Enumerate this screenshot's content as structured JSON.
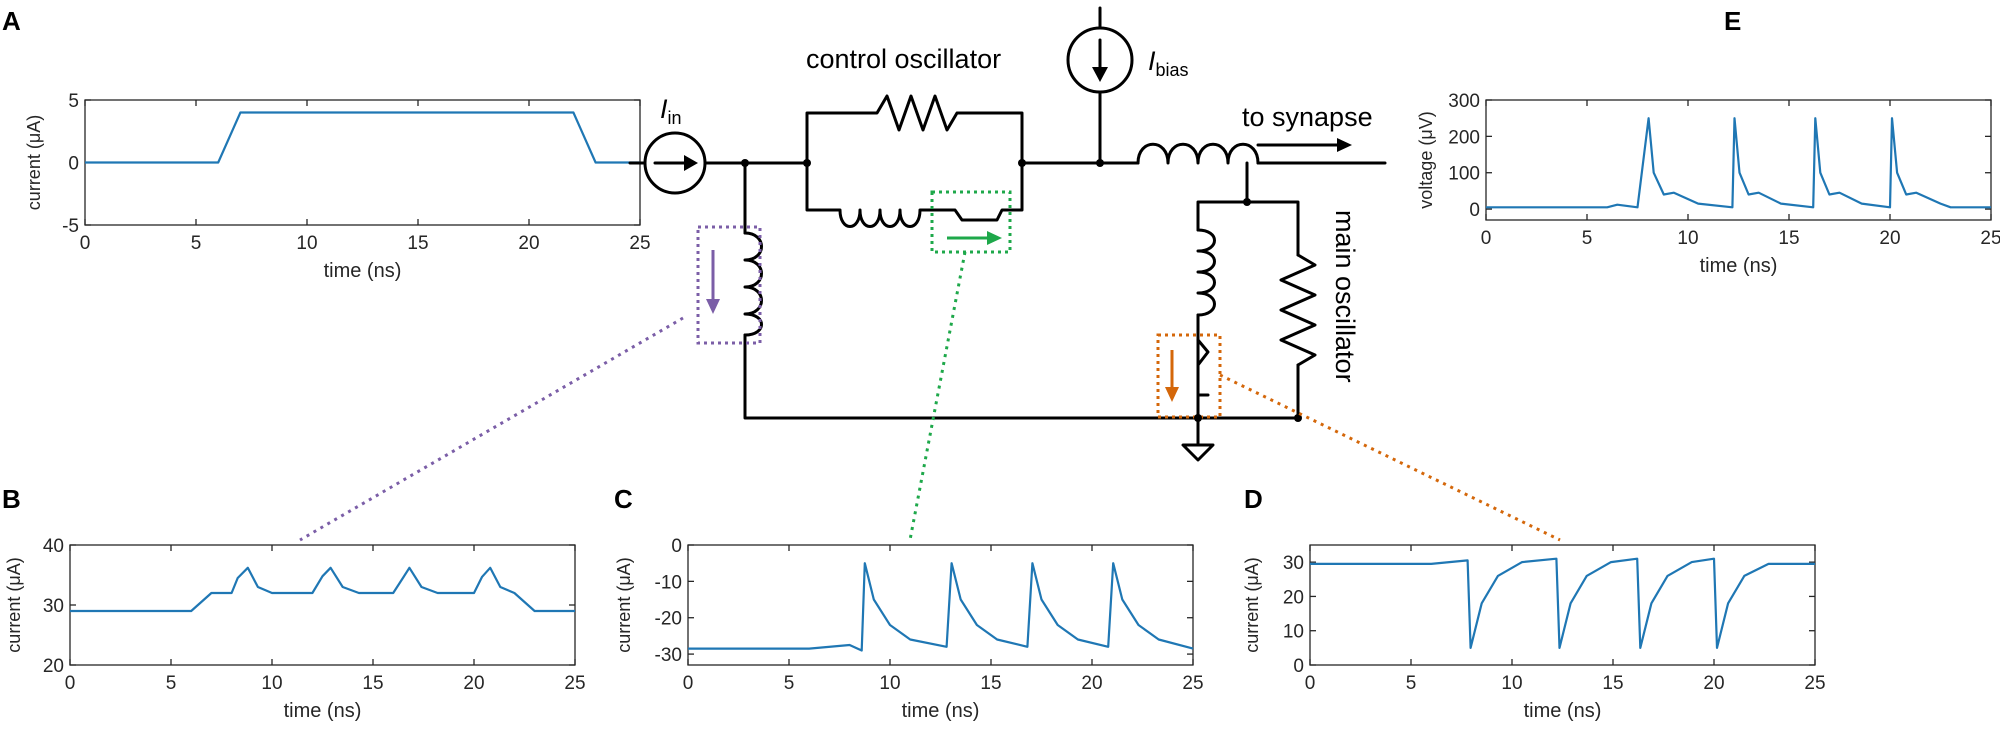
{
  "panels": {
    "A": {
      "letter": "A"
    },
    "B": {
      "letter": "B"
    },
    "C": {
      "letter": "C"
    },
    "D": {
      "letter": "D"
    },
    "E": {
      "letter": "E"
    }
  },
  "circuit": {
    "control_oscillator_label": "control oscillator",
    "main_oscillator_label": "main oscillator",
    "to_synapse_label": "to synapse",
    "i_in_symbol": "I",
    "i_in_subscript": "in",
    "i_bias_symbol": "I",
    "i_bias_subscript": "bias",
    "colors": {
      "purple": "#7b5ea7",
      "green": "#1ea84a",
      "orange": "#d4670a",
      "trace": "#1f77b4"
    }
  },
  "chart_data": [
    {
      "id": "A",
      "type": "line",
      "xlabel": "time (ns)",
      "ylabel": "current (μA)",
      "xlim": [
        0,
        25
      ],
      "ylim": [
        -5,
        5
      ],
      "xticks": [
        0,
        5,
        10,
        15,
        20,
        25
      ],
      "yticks": [
        -5,
        0,
        5
      ],
      "series": [
        {
          "x": [
            0,
            6,
            7,
            22,
            23,
            25
          ],
          "y": [
            0,
            0,
            4,
            4,
            0,
            0
          ]
        }
      ]
    },
    {
      "id": "B",
      "type": "line",
      "xlabel": "time (ns)",
      "ylabel": "current (μA)",
      "xlim": [
        0,
        25
      ],
      "ylim": [
        20,
        40
      ],
      "xticks": [
        0,
        5,
        10,
        15,
        20,
        25
      ],
      "yticks": [
        20,
        30,
        40
      ],
      "series": [
        {
          "x": [
            0,
            6,
            7,
            8,
            8.3,
            8.8,
            9.3,
            10,
            12,
            12.5,
            12.9,
            13.5,
            14.3,
            16,
            16.5,
            16.8,
            17.4,
            18.2,
            20,
            20.4,
            20.8,
            21.3,
            22,
            23,
            25
          ],
          "y": [
            29,
            29,
            32,
            32,
            34.5,
            36.2,
            33,
            32,
            32,
            34.8,
            36.2,
            33,
            32,
            32,
            34.6,
            36.2,
            33,
            32,
            32,
            34.7,
            36.2,
            33,
            32,
            29,
            29
          ]
        }
      ]
    },
    {
      "id": "C",
      "type": "line",
      "xlabel": "time (ns)",
      "ylabel": "current (μA)",
      "xlim": [
        0,
        25
      ],
      "ylim": [
        -33,
        0
      ],
      "xticks": [
        0,
        5,
        10,
        15,
        20,
        25
      ],
      "yticks": [
        -30,
        -20,
        -10,
        0
      ],
      "series": [
        {
          "x": [
            0,
            6,
            8,
            8.6,
            8.75,
            9.2,
            10,
            11,
            12.8,
            13.05,
            13.5,
            14.3,
            15.3,
            16.8,
            17.05,
            17.5,
            18.3,
            19.3,
            20.8,
            21.05,
            21.5,
            22.3,
            23.3,
            25
          ],
          "y": [
            -28.5,
            -28.5,
            -27.5,
            -29,
            -5,
            -15,
            -22,
            -26,
            -28,
            -5,
            -15,
            -22,
            -26,
            -28,
            -5,
            -15,
            -22,
            -26,
            -28,
            -5,
            -15,
            -22,
            -26,
            -28.5
          ]
        }
      ]
    },
    {
      "id": "D",
      "type": "line",
      "xlabel": "time (ns)",
      "ylabel": "current (μA)",
      "xlim": [
        0,
        25
      ],
      "ylim": [
        0,
        35
      ],
      "xticks": [
        0,
        5,
        10,
        15,
        20,
        25
      ],
      "yticks": [
        0,
        10,
        20,
        30
      ],
      "series": [
        {
          "x": [
            0,
            6,
            7.8,
            7.95,
            8.5,
            9.3,
            10.5,
            12.2,
            12.35,
            12.9,
            13.7,
            14.9,
            16.2,
            16.35,
            16.9,
            17.7,
            18.9,
            20,
            20.15,
            20.7,
            21.5,
            22.7,
            25
          ],
          "y": [
            29.5,
            29.5,
            30.5,
            5,
            18,
            26,
            30,
            31,
            5,
            18,
            26,
            30,
            31,
            5,
            18,
            26,
            30,
            31,
            5,
            18,
            26,
            29.5,
            29.5
          ]
        }
      ]
    },
    {
      "id": "E",
      "type": "line",
      "xlabel": "time (ns)",
      "ylabel": "voltage (μV)",
      "xlim": [
        0,
        25
      ],
      "ylim": [
        -30,
        300
      ],
      "xticks": [
        0,
        5,
        10,
        15,
        20,
        25
      ],
      "yticks": [
        0,
        100,
        200,
        300
      ],
      "series": [
        {
          "x": [
            0,
            6,
            6.5,
            7.5,
            8.05,
            8.3,
            8.8,
            9.3,
            10.5,
            12.2,
            12.3,
            12.55,
            13,
            13.5,
            14.6,
            16.2,
            16.3,
            16.55,
            17,
            17.5,
            18.6,
            20,
            20.1,
            20.35,
            20.8,
            21.3,
            22.5,
            23,
            25
          ],
          "y": [
            5,
            5,
            12,
            5,
            250,
            100,
            40,
            45,
            15,
            5,
            250,
            100,
            40,
            45,
            15,
            5,
            250,
            100,
            40,
            45,
            15,
            5,
            250,
            100,
            40,
            45,
            15,
            5,
            5
          ]
        }
      ]
    }
  ]
}
